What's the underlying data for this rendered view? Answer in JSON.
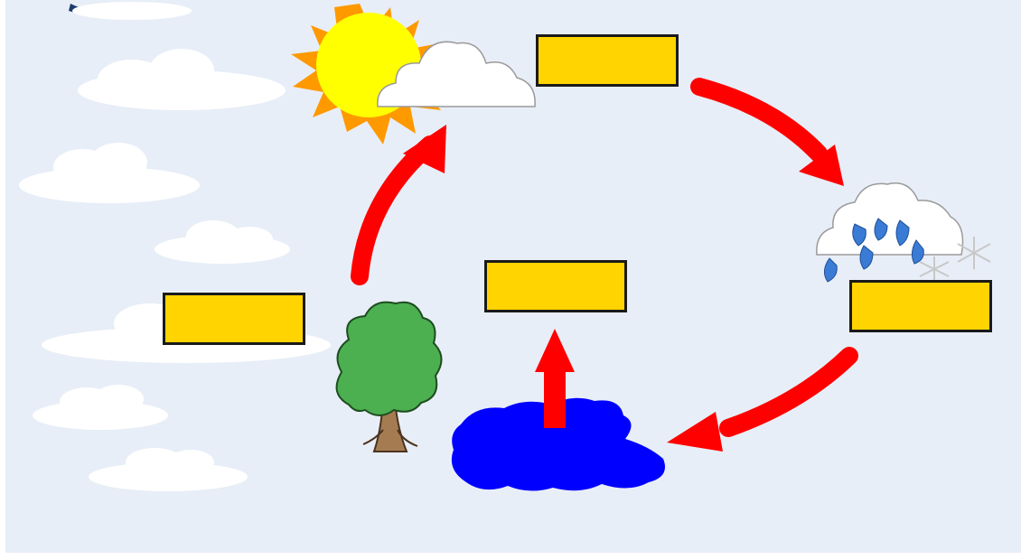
{
  "diagram": {
    "type": "water-cycle",
    "colors": {
      "background": "#e8eef7",
      "label_fill": "#ffd400",
      "arrow": "#ff0000",
      "water": "#0000ff",
      "sun": "#ffff00",
      "sun_rays": "#ff9900",
      "tree_leaves": "#4caf50",
      "rain_drops": "#3a7bd5"
    },
    "labels": [
      {
        "id": "top",
        "text": ""
      },
      {
        "id": "right",
        "text": ""
      },
      {
        "id": "left",
        "text": ""
      },
      {
        "id": "center",
        "text": ""
      }
    ],
    "icons": [
      "sun-icon",
      "cloud-icon",
      "rain-cloud-icon",
      "tree-icon",
      "water-puddle-icon"
    ]
  }
}
